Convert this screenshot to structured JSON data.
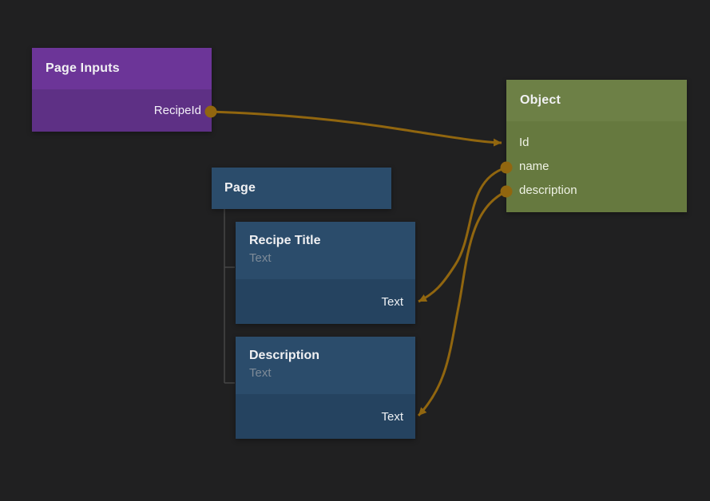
{
  "theme": {
    "canvas_bg": "#202021",
    "edge_color": "#91660f",
    "purple_header": "#6c3598",
    "purple_body": "#5e3085",
    "green_header": "#6d8046",
    "green_body": "#66793f",
    "blue_header": "#2b4c6b",
    "blue_body": "#254360",
    "tree_line": "#454545",
    "title_text": "#f1f1f3",
    "muted_text": "#7e8b98"
  },
  "nodes": {
    "page_inputs": {
      "title": "Page Inputs",
      "output": "RecipeId"
    },
    "object": {
      "title": "Object",
      "fields": [
        "Id",
        "name",
        "description"
      ]
    },
    "page": {
      "title": "Page"
    },
    "recipe_title": {
      "title": "Recipe Title",
      "subtitle": "Text",
      "input": "Text"
    },
    "description": {
      "title": "Description",
      "subtitle": "Text",
      "input": "Text"
    }
  },
  "edges": [
    {
      "from": "Page Inputs.RecipeId",
      "to": "Object.Id"
    },
    {
      "from": "Object.name",
      "to": "Recipe Title.Text"
    },
    {
      "from": "Object.description",
      "to": "Description.Text"
    }
  ]
}
